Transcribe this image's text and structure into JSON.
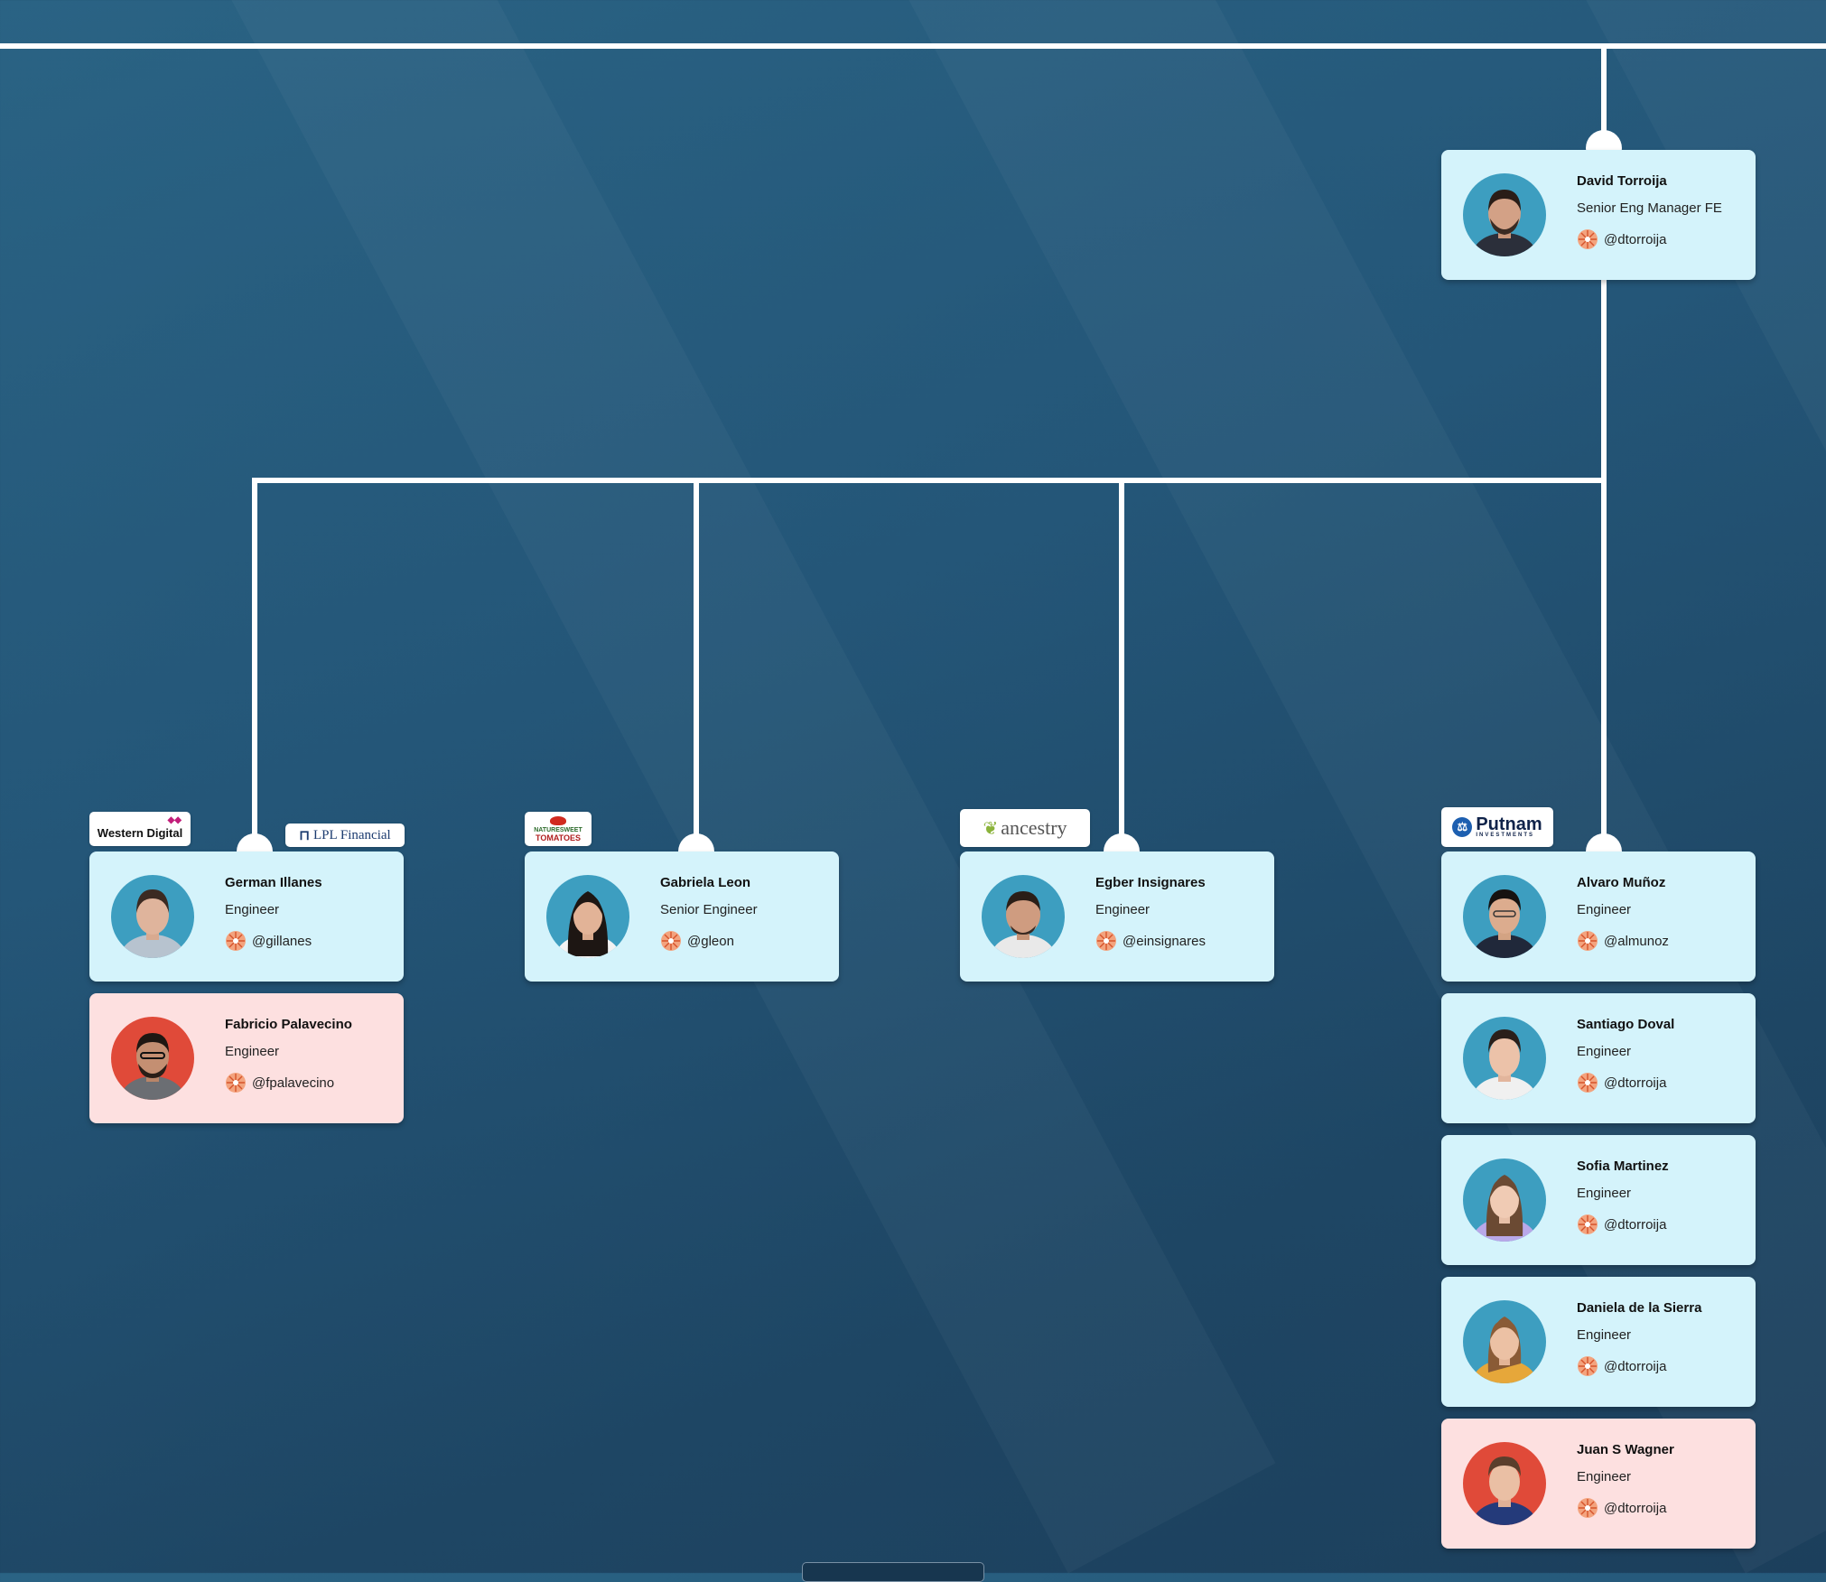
{
  "manager": {
    "name": "David Torroija",
    "role": "Senior Eng Manager FE",
    "handle": "@dtorroija",
    "avatar_color": "#3d9ec0"
  },
  "teams": [
    {
      "logos": [
        "Western Digital",
        "LPL Financial"
      ],
      "members": [
        {
          "name": "German Illanes",
          "role": "Engineer",
          "handle": "@gillanes",
          "status": "blue"
        },
        {
          "name": "Fabricio Palavecino",
          "role": "Engineer",
          "handle": "@fpalavecino",
          "status": "pink"
        }
      ]
    },
    {
      "logos": [
        "NatureSweet Tomatoes"
      ],
      "members": [
        {
          "name": "Gabriela Leon",
          "role": "Senior Engineer",
          "handle": "@gleon",
          "status": "blue"
        }
      ]
    },
    {
      "logos": [
        "ancestry"
      ],
      "members": [
        {
          "name": "Egber Insignares",
          "role": "Engineer",
          "handle": "@einsignares",
          "status": "blue"
        }
      ]
    },
    {
      "logos": [
        "Putnam"
      ],
      "members": [
        {
          "name": "Alvaro Muñoz",
          "role": "Engineer",
          "handle": "@almunoz",
          "status": "blue"
        },
        {
          "name": "Santiago Doval",
          "role": "Engineer",
          "handle": "@dtorroija",
          "status": "blue"
        },
        {
          "name": "Sofia Martinez",
          "role": "Engineer",
          "handle": "@dtorroija",
          "status": "blue"
        },
        {
          "name": "Daniela de la Sierra",
          "role": "Engineer",
          "handle": "@dtorroija",
          "status": "blue"
        },
        {
          "name": "Juan S Wagner",
          "role": "Engineer",
          "handle": "@dtorroija",
          "status": "pink"
        }
      ]
    }
  ],
  "logo_text": {
    "western_digital": "Western Digital",
    "lpl_financial": "LPL Financial",
    "naturesweet_top": "NATURESWEET",
    "naturesweet_bottom": "TOMATOES",
    "ancestry": "ancestry",
    "putnam": "Putnam",
    "putnam_sub": "INVESTMENTS"
  },
  "colors": {
    "card_blue": "#d4f3fb",
    "card_pink": "#fde0e0",
    "avatar_blue": "#3d9ec0",
    "avatar_red": "#e04a39",
    "connector": "#ffffff"
  }
}
